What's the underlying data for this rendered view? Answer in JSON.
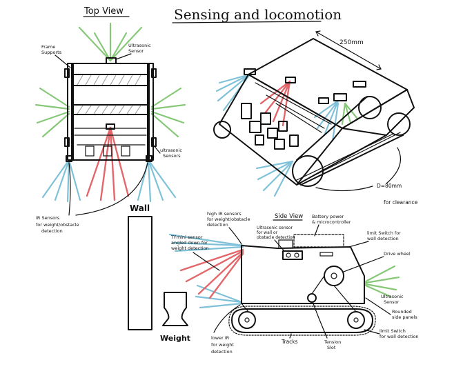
{
  "title": "Sensing and locomotion",
  "top_view": {
    "heading": "Top View",
    "frame_supports": [
      "Frame",
      "Supports"
    ],
    "ultrasonic_top": [
      "Ultrasonic",
      "Sensor"
    ],
    "ultrasonic_side": [
      "ultrasonic",
      "Sensors"
    ],
    "ir_sensors": [
      "IR Sensors",
      "for weight/obstacle",
      "detection"
    ]
  },
  "iso_view": {
    "length_dim": "250mm",
    "diameter_dim": "D=80mm",
    "clearance": "for clearance"
  },
  "wall": {
    "label": "Wall"
  },
  "weight": {
    "label": "Weight"
  },
  "side_view": {
    "heading": "Side View",
    "battery": [
      "Battery power",
      "& microcontroller"
    ],
    "tfmini": [
      "TFmini sensor",
      "angled down for",
      "weight detection"
    ],
    "high_ir": [
      "high IR sensors",
      "for weight/obstacle",
      "detection"
    ],
    "ultrasonic_wall": [
      "Ultrasonic sensor",
      "for wall or",
      "obstacle detection"
    ],
    "limit_top": [
      "limit Switch for",
      "wall detection"
    ],
    "drive_wheel": "Drive wheel",
    "ultrasonic_side": [
      "Ultrasonic",
      "Sensor"
    ],
    "side_panels": [
      "Rounded",
      "side panels"
    ],
    "limit_bottom": [
      "limit Switch",
      "for wall detection"
    ],
    "lower_ir": [
      "lower IR",
      "for weight",
      "detection"
    ],
    "tracks": "Tracks",
    "tension_slot": [
      "Tension",
      "Slot"
    ]
  },
  "colors": {
    "ultrasonic": "#86c878",
    "ir": "#7fc1d8",
    "tfmini": "#e2666a"
  }
}
